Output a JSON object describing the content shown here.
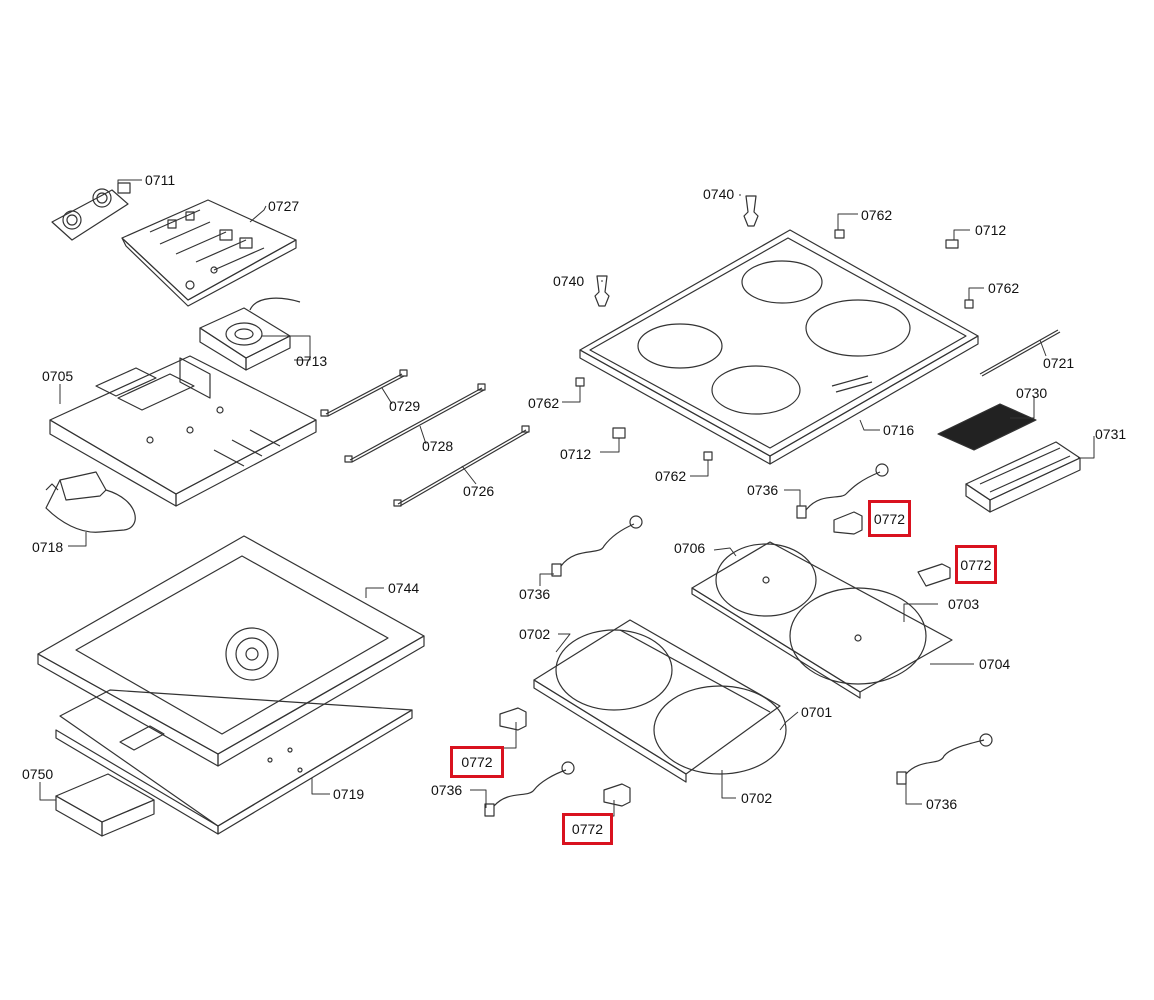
{
  "labels": {
    "p0711": "0711",
    "p0727": "0727",
    "p0713": "0713",
    "p0705": "0705",
    "p0729": "0729",
    "p0728": "0728",
    "p0726": "0726",
    "p0718": "0718",
    "p0744": "0744",
    "p0719": "0719",
    "p0750": "0750",
    "p0740a": "0740",
    "p0740b": "0740",
    "p0762a": "0762",
    "p0762b": "0762",
    "p0762c": "0762",
    "p0762d": "0762",
    "p0712a": "0712",
    "p0712b": "0712",
    "p0721": "0721",
    "p0730": "0730",
    "p0731": "0731",
    "p0716": "0716",
    "p0736a": "0736",
    "p0736b": "0736",
    "p0736c": "0736",
    "p0736d": "0736",
    "p0706": "0706",
    "p0703": "0703",
    "p0704": "0704",
    "p0702a": "0702",
    "p0702b": "0702",
    "p0701": "0701"
  },
  "highlighted": {
    "h1": "0772",
    "h2": "0772",
    "h3": "0772",
    "h4": "0772"
  },
  "colors": {
    "highlight": "#d9121f",
    "line": "#333333"
  }
}
